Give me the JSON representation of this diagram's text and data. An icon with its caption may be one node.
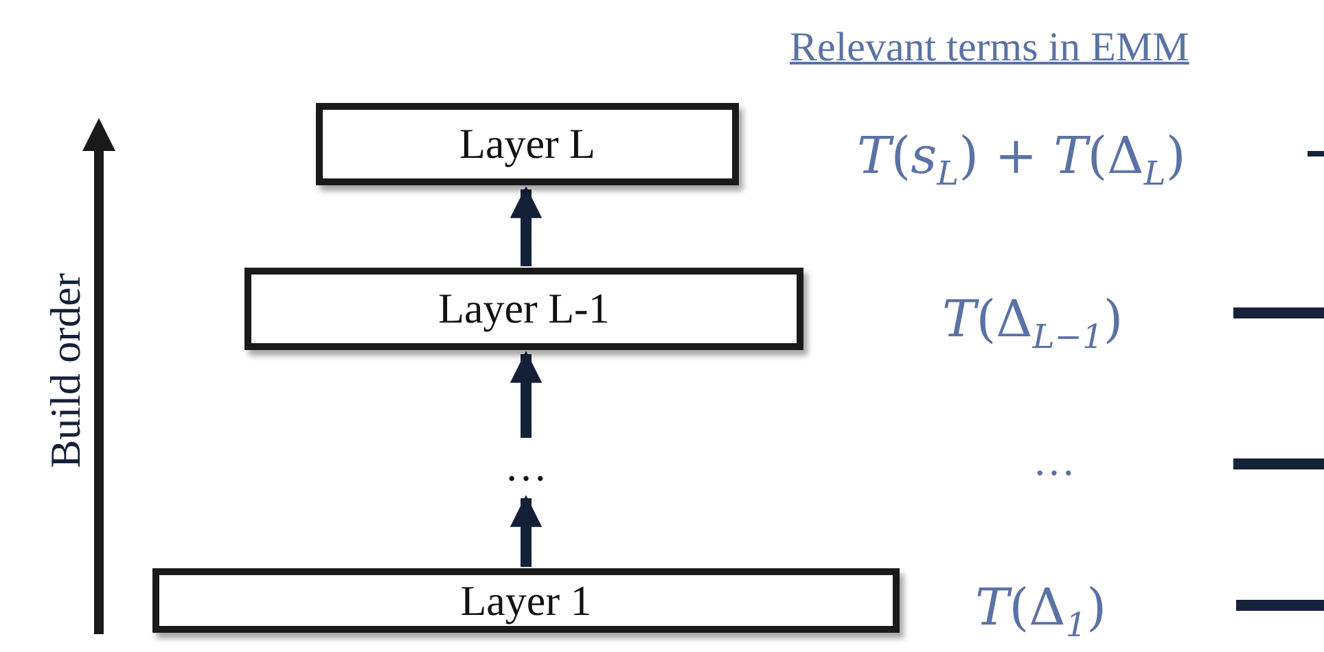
{
  "diagram": {
    "nodes": [
      {
        "text": [
          "Layer L"
        ]
      },
      {
        "text": [
          "Layer L-1"
        ]
      },
      {
        "text": [
          "…"
        ]
      },
      {
        "text": [
          "Layer 1"
        ]
      }
    ],
    "edges": [
      {
        "from": 1,
        "to": 0,
        "arrow": "to"
      },
      {
        "from": 2,
        "to": 1,
        "arrow": "to"
      },
      {
        "from": 3,
        "to": 2,
        "arrow": "to"
      }
    ],
    "labels": [
      "Build order",
      "Relevant terms in EMM",
      "*T*(*s*$_{L}$) + *T*(Δ$_{L}$)",
      "*T*(Δ$_{L−1}$)",
      "…",
      "*T*(Δ$_{1}$)"
    ]
  }
}
